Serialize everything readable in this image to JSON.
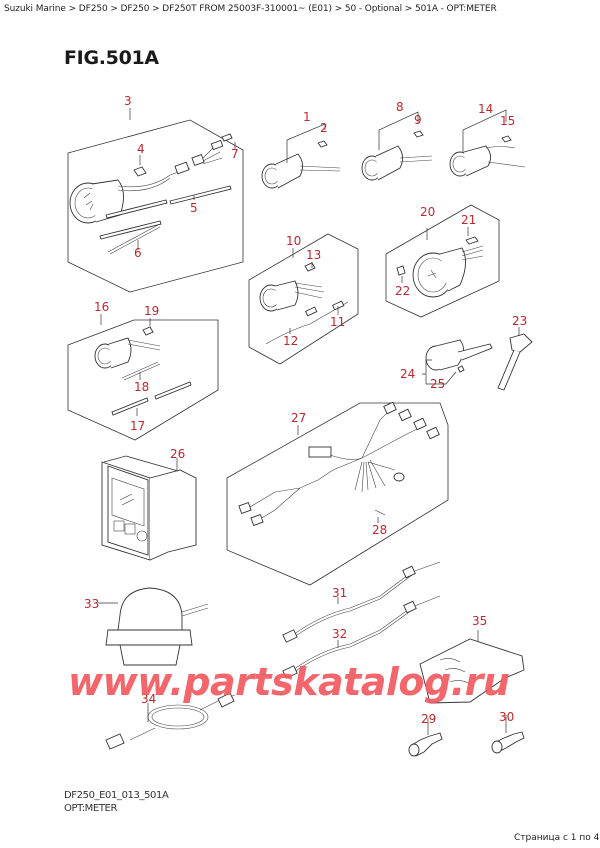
{
  "breadcrumb": {
    "text": "Suzuki Marine > DF250 > DF250 > DF250T  FROM 25003F-310001~ (E01) > 50 - Optional > 501A - OPT:METER",
    "items": [
      "Suzuki Marine",
      "DF250",
      "DF250",
      "DF250T  FROM 25003F-310001~ (E01)",
      "50 - Optional",
      "501A - OPT:METER"
    ]
  },
  "figure": {
    "title": "FIG.501A",
    "code": "DF250_E01_013_501A",
    "name": "OPT:METER"
  },
  "watermark": "www.partskatalog.ru",
  "pager": "Страница с 1 по 4",
  "colors": {
    "callout": "#c0282d",
    "watermark": "#f25a5f",
    "lines": "#333333"
  },
  "callouts": {
    "c1": "1",
    "c2": "2",
    "c3": "3",
    "c4": "4",
    "c5": "5",
    "c6": "6",
    "c7": "7",
    "c8": "8",
    "c9": "9",
    "c10": "10",
    "c11": "11",
    "c12": "12",
    "c13": "13",
    "c14": "14",
    "c15": "15",
    "c16": "16",
    "c17": "17",
    "c18": "18",
    "c19": "19",
    "c20": "20",
    "c21": "21",
    "c22": "22",
    "c23": "23",
    "c24": "24",
    "c25": "25",
    "c26": "26",
    "c27": "27",
    "c28": "28",
    "c29": "29",
    "c30": "30",
    "c31": "31",
    "c32": "32",
    "c33": "33",
    "c34": "34",
    "c35": "35"
  }
}
